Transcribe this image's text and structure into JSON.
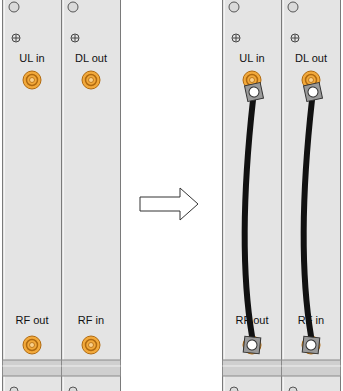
{
  "diagram": {
    "labels": [
      "UL in",
      "DL out",
      "RF out",
      "RF in",
      "UL in",
      "DL out",
      "RF out",
      "RF in"
    ]
  }
}
